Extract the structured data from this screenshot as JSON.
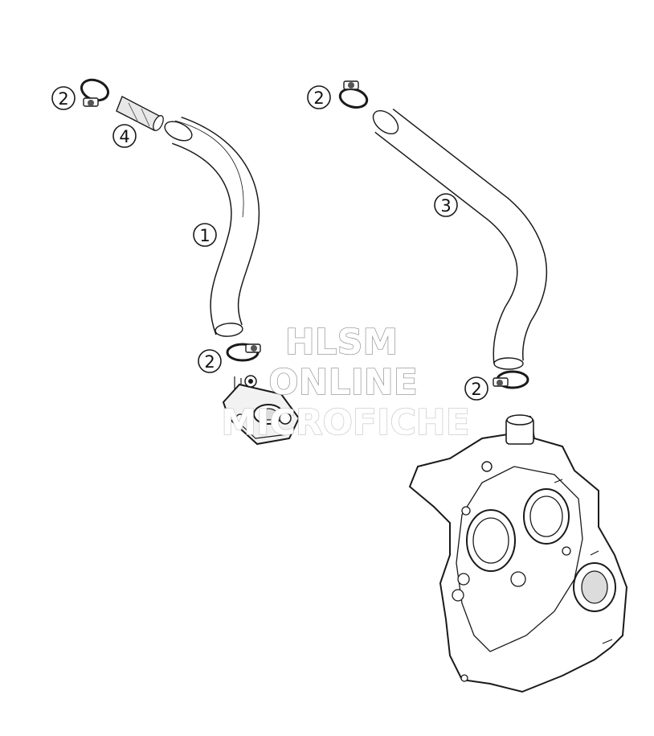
{
  "callouts": [
    {
      "id": "c1",
      "label": "1",
      "part": "hose"
    },
    {
      "id": "c2a",
      "label": "2",
      "part": "hose-clamp"
    },
    {
      "id": "c2b",
      "label": "2",
      "part": "hose-clamp"
    },
    {
      "id": "c2c",
      "label": "2",
      "part": "hose-clamp"
    },
    {
      "id": "c2d",
      "label": "2",
      "part": "hose-clamp"
    },
    {
      "id": "c3",
      "label": "3",
      "part": "hose"
    },
    {
      "id": "c4",
      "label": "4",
      "part": "sleeve"
    }
  ],
  "watermark": {
    "line1": "HLSM",
    "line2": "ONLINE",
    "line3": "MICROFICHE"
  },
  "colors": {
    "line": "#1a1a1a",
    "background": "#ffffff",
    "watermark_outline": "#8a8a8a"
  }
}
